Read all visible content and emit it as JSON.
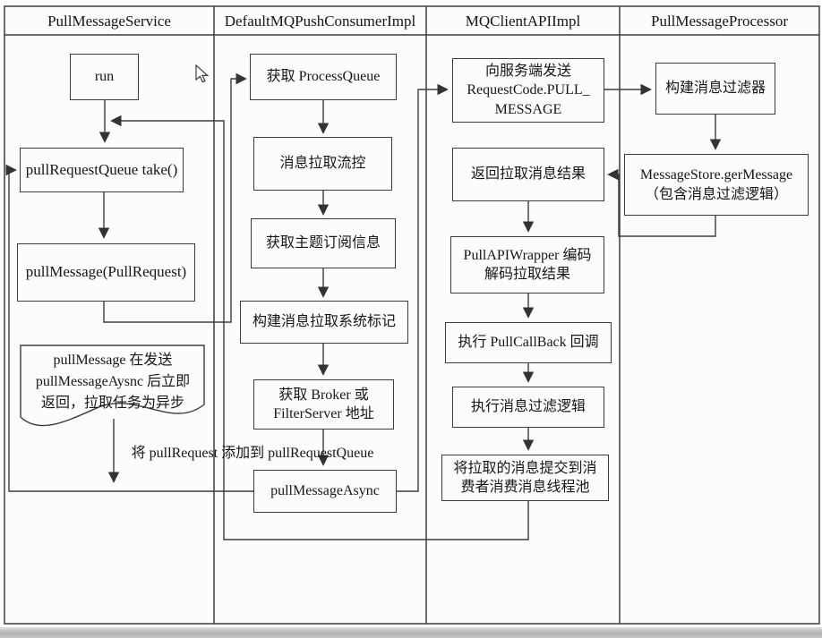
{
  "palette": {
    "ink": "#3c3c3c",
    "paper": "#fcfcfa",
    "scan_edge": "#b3b2b0"
  },
  "lanes": [
    {
      "label": "PullMessageService"
    },
    {
      "label": "DefaultMQPushConsumerImpl"
    },
    {
      "label": "MQClientAPIImpl"
    },
    {
      "label": "PullMessageProcessor"
    }
  ],
  "nodes": {
    "run": "run",
    "take": "pullRequestQueue take()",
    "pull_message": "pullMessage(PullRequest)",
    "note": "pullMessage 在发送\npullMessageAysnc 后立即\n返回，拉取任务为异步",
    "get_process_queue": "获取 ProcessQueue",
    "flow_control": "消息拉取流控",
    "subscription": "获取主题订阅信息",
    "sys_flag": "构建消息拉取系统标记",
    "broker_addr": "获取 Broker 或\nFilterServer 地址",
    "pull_async": "pullMessageAsync",
    "send_request": "向服务端发送\nRequestCode.PULL_\nMESSAGE",
    "return_result": "返回拉取消息结果",
    "wrapper": "PullAPIWrapper 编码\n解码拉取结果",
    "callback": "执行 PullCallBack 回调",
    "filter_exec": "执行消息过滤逻辑",
    "submit_pool": "将拉取的消息提交到消\n费者消费消息线程池",
    "build_filter": "构建消息过滤器",
    "message_store": "MessageStore.gerMessage\n（包含消息过滤逻辑）"
  },
  "edge_labels": {
    "requeue": "将 pullRequest 添加到 pullRequestQueue"
  }
}
